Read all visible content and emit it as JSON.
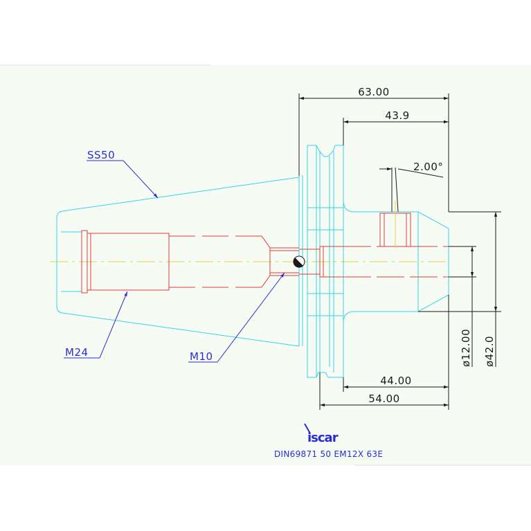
{
  "colors": {
    "background": "#ffffff",
    "frame": "#f6fbf4",
    "holder_outline": "#33d6e6",
    "thread_outline": "#e23a3a",
    "centerline": "#e8d040",
    "dimension": "#1a1a1a",
    "label": "#2b2bd6",
    "logo": "#2b2bd6"
  },
  "dimensions": {
    "overall_length": "63.00",
    "flange_to_nose": "43.9",
    "angle": "2.00°",
    "shank_length": "44.00",
    "flange_length": "54.00",
    "bore_diameter": "ø12.00",
    "nose_diameter": "ø42.0"
  },
  "labels": {
    "taper": "SS50",
    "drawbar_thread": "M24",
    "clamp_thread": "M10"
  },
  "title_block": {
    "logo_icon": "iscar-logo-icon",
    "logo_text": "iscar",
    "caption": "DIN69871 50 EM12X 63E"
  }
}
